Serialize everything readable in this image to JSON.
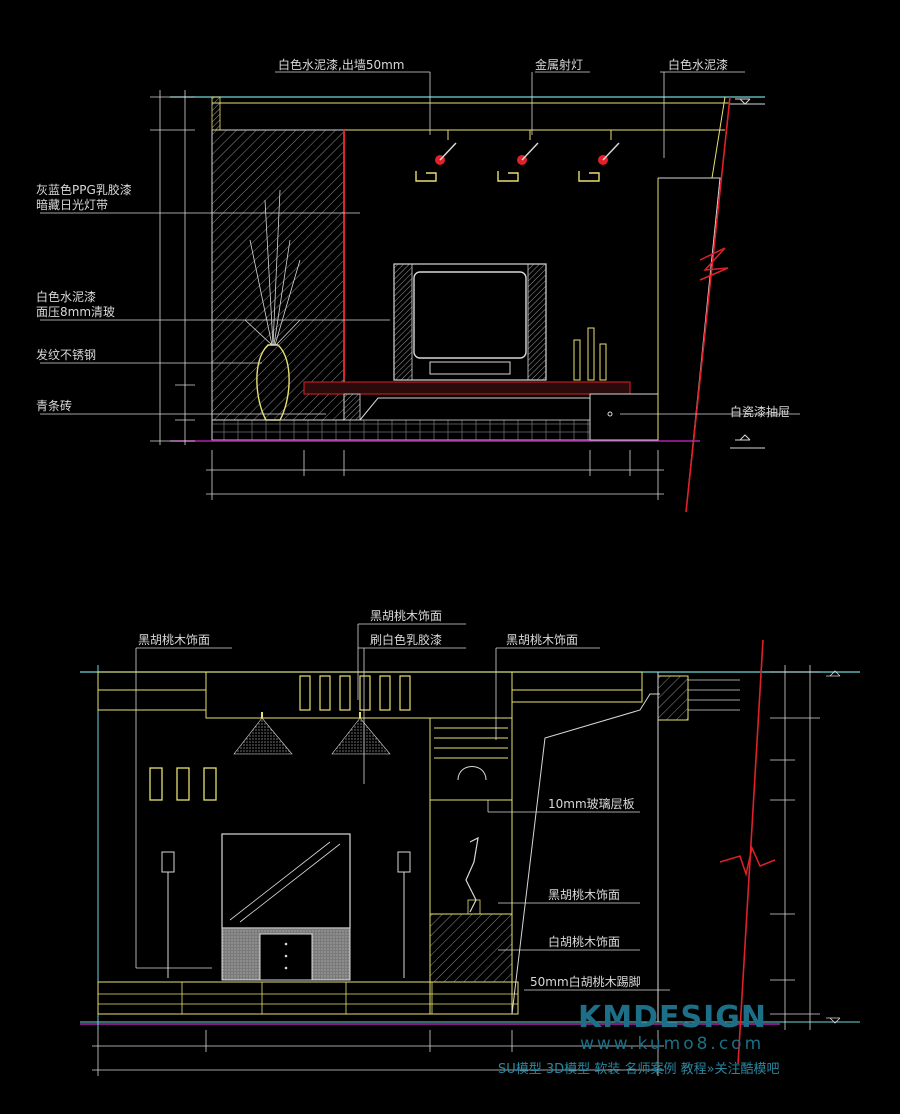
{
  "elevation_1": {
    "labels": {
      "white_cement_paint_50mm": "白色水泥漆,出墙50mm",
      "metal_spotlight": "金属射灯",
      "white_cement_paint_right": "白色水泥漆",
      "grey_blue_ppg_line1": "灰蓝色PPG乳胶漆",
      "grey_blue_ppg_line2": "暗藏日光灯带",
      "white_cement_8mm_line1": "白色水泥漆",
      "white_cement_8mm_line2": "面压8mm清玻",
      "brushed_steel": "发纹不锈钢",
      "blue_brick": "青条砖",
      "white_paint_drawer": "白瓷漆抽屉"
    }
  },
  "elevation_2": {
    "labels": {
      "black_walnut_top": "黑胡桃木饰面",
      "white_latex_paint": "刷白色乳胶漆",
      "black_walnut_left": "黑胡桃木饰面",
      "black_walnut_right": "黑胡桃木饰面",
      "glass_shelf_10mm": "10mm玻璃层板",
      "black_walnut_mid": "黑胡桃木饰面",
      "white_walnut": "白胡桃木饰面",
      "white_walnut_skirting": "50mm白胡桃木踢脚"
    }
  },
  "watermark": {
    "brand": "KMDESIGN",
    "url": "www.kumo8.com",
    "tagline": "SU模型 3D模型 软装 名师案例 教程»关注酷模吧"
  },
  "colors": {
    "background": "#000000",
    "line_yellow": "#e8e070",
    "line_white": "#d8d8d8",
    "line_cyan": "#6fd6d6",
    "line_red": "#e0202a",
    "line_magenta": "#b020b0",
    "watermark": "#1c6f86"
  }
}
